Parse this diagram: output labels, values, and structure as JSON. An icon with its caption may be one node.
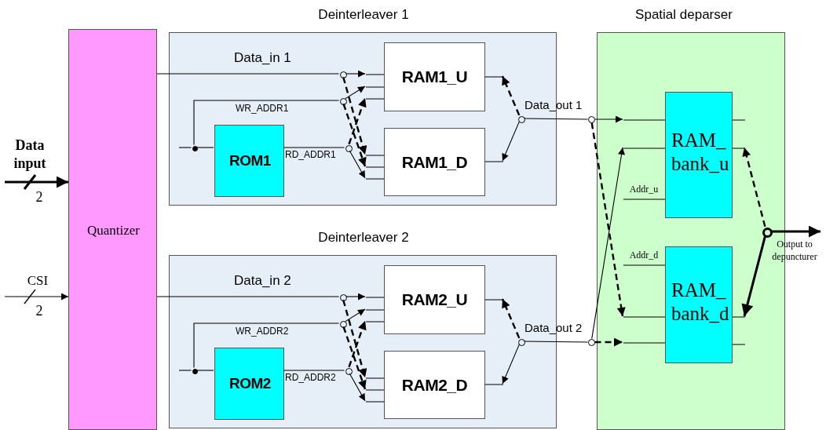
{
  "diagram": {
    "nodes": [
      {
        "text": [
          "Quantizer"
        ]
      },
      {
        "text": [
          "Deinterleaver 1"
        ]
      },
      {
        "text": [
          "RAM1_U"
        ],
        "in": 1
      },
      {
        "text": [
          "RAM1_D"
        ],
        "in": 1
      },
      {
        "text": [
          "ROM1"
        ],
        "in": 1
      },
      {
        "text": [],
        "shape": "circle",
        "in": 1
      },
      {
        "text": [],
        "shape": "circle",
        "in": 1
      },
      {
        "text": [],
        "shape": "circle",
        "in": 1
      },
      {
        "text": [],
        "shape": "circle",
        "in": 1
      },
      {
        "text": [],
        "shape": "circle",
        "in": 1
      },
      {
        "text": [
          "Deinterleaver 2"
        ]
      },
      {
        "text": [
          "RAM2_U"
        ],
        "in": 10
      },
      {
        "text": [
          "RAM2_D"
        ],
        "in": 10
      },
      {
        "text": [
          "ROM2"
        ],
        "in": 10
      },
      {
        "text": [],
        "shape": "circle",
        "in": 10
      },
      {
        "text": [],
        "shape": "circle",
        "in": 10
      },
      {
        "text": [],
        "shape": "circle",
        "in": 10
      },
      {
        "text": [],
        "shape": "circle",
        "in": 10
      },
      {
        "text": [],
        "shape": "circle",
        "in": 10
      },
      {
        "text": [
          "Spatial deparser"
        ]
      },
      {
        "text": [
          "RAM_ bank_u"
        ],
        "in": 19
      },
      {
        "text": [
          "RAM_ bank_d"
        ],
        "in": 19
      },
      {
        "text": [],
        "shape": "circle"
      },
      {
        "text": [],
        "shape": "circle"
      },
      {
        "text": [],
        "shape": "circle",
        "in": 19
      }
    ],
    "edges": [
      {
        "from": null,
        "to": 0,
        "arrow": "to",
        "style": "thick"
      },
      {
        "from": null,
        "to": 0,
        "arrow": "to"
      },
      {
        "from": 0,
        "to": 6,
        "arrow": "none",
        "label": "Data_in 1"
      },
      {
        "from": null,
        "to": 5,
        "arrow": "none"
      },
      {
        "from": 5,
        "to": 4,
        "arrow": "none"
      },
      {
        "from": 5,
        "to": 7,
        "arrow": "none",
        "label": "WR_ADDR1"
      },
      {
        "from": 4,
        "to": 8,
        "arrow": "none",
        "label": "RD_ADDR1"
      },
      {
        "from": 6,
        "to": 2,
        "arrow": "to"
      },
      {
        "from": 6,
        "to": 3,
        "arrow": "to",
        "style": "dashed"
      },
      {
        "from": 7,
        "to": 2,
        "arrow": "to"
      },
      {
        "from": 7,
        "to": 3,
        "arrow": "to",
        "style": "dashed"
      },
      {
        "from": 8,
        "to": 2,
        "arrow": "to",
        "style": "dashed"
      },
      {
        "from": 8,
        "to": 3,
        "arrow": "to"
      },
      {
        "from": 9,
        "to": 2,
        "arrow": "to",
        "style": "dashed"
      },
      {
        "from": 9,
        "to": 3,
        "arrow": "to"
      },
      {
        "from": 9,
        "to": 22,
        "arrow": "none",
        "label": "Data_out 1"
      },
      {
        "from": 0,
        "to": 15,
        "arrow": "none",
        "label": "Data_in 2"
      },
      {
        "from": null,
        "to": 14,
        "arrow": "none"
      },
      {
        "from": 14,
        "to": 13,
        "arrow": "none"
      },
      {
        "from": 14,
        "to": 16,
        "arrow": "none",
        "label": "WR_ADDR2"
      },
      {
        "from": 13,
        "to": 17,
        "arrow": "none",
        "label": "RD_ADDR2"
      },
      {
        "from": 15,
        "to": 11,
        "arrow": "to"
      },
      {
        "from": 15,
        "to": 12,
        "arrow": "to",
        "style": "dashed"
      },
      {
        "from": 16,
        "to": 11,
        "arrow": "to"
      },
      {
        "from": 16,
        "to": 12,
        "arrow": "to",
        "style": "dashed"
      },
      {
        "from": 17,
        "to": 11,
        "arrow": "to",
        "style": "dashed"
      },
      {
        "from": 17,
        "to": 12,
        "arrow": "to"
      },
      {
        "from": 18,
        "to": 11,
        "arrow": "to",
        "style": "dashed"
      },
      {
        "from": 18,
        "to": 12,
        "arrow": "to"
      },
      {
        "from": 18,
        "to": 23,
        "arrow": "none",
        "label": "Data_out 2"
      },
      {
        "from": 22,
        "to": 20,
        "arrow": "to"
      },
      {
        "from": 22,
        "to": 21,
        "arrow": "to",
        "style": "dashed"
      },
      {
        "from": 23,
        "to": 21,
        "arrow": "to",
        "style": "dashed"
      },
      {
        "from": 23,
        "to": 20,
        "arrow": "to"
      },
      {
        "from": 24,
        "to": 20,
        "arrow": "to",
        "style": "dashed"
      },
      {
        "from": 24,
        "to": 21,
        "arrow": "to",
        "style": "thick"
      },
      {
        "from": 24,
        "to": null,
        "arrow": "to",
        "style": "thick",
        "label": "Output to depuncturer"
      }
    ],
    "labels": [
      "Data input",
      "2",
      "CSI",
      "2",
      "Addr_u",
      "Addr_d"
    ]
  }
}
